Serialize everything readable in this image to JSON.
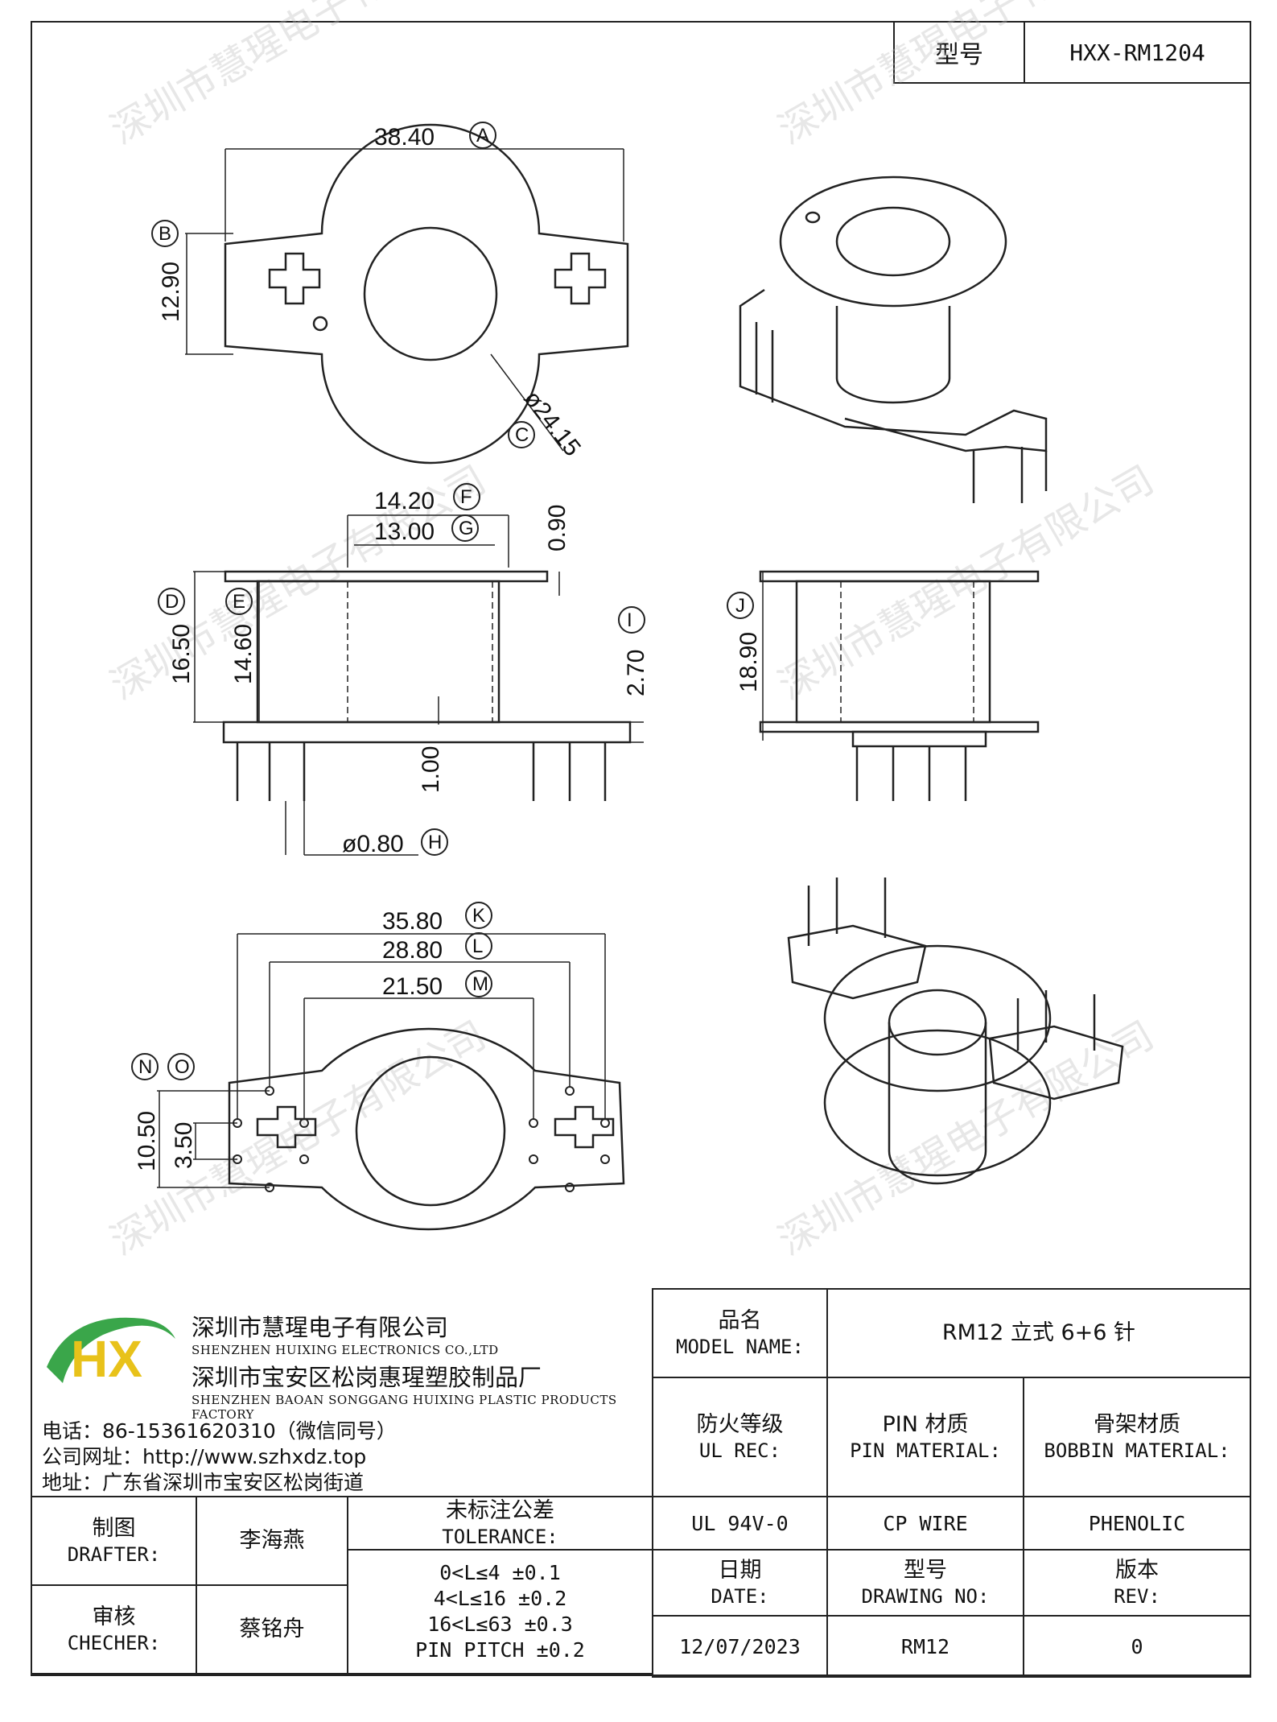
{
  "model_box": {
    "label": "型号",
    "value": "HXX-RM1204"
  },
  "watermark": "深圳市慧瑆电子有限公司",
  "dimensions": {
    "A": "38.40",
    "B": "12.90",
    "C": "ø24.15",
    "D": "16.50",
    "E": "14.60",
    "F": "14.20",
    "G": "13.00",
    "H": "ø0.80",
    "I": "2.70",
    "J": "18.90",
    "K": "35.80",
    "L": "28.80",
    "M": "21.50",
    "N": "10.50",
    "O": "3.50",
    "top_gap": "0.90",
    "pin_step": "1.00"
  },
  "markers": {
    "A": "A",
    "B": "B",
    "C": "C",
    "D": "D",
    "E": "E",
    "F": "F",
    "G": "G",
    "H": "H",
    "I": "I",
    "J": "J",
    "K": "K",
    "L": "L",
    "M": "M",
    "N": "N",
    "O": "O"
  },
  "company": {
    "logo_text": "HX",
    "name_cn": "深圳市慧瑆电子有限公司",
    "name_en": "SHENZHEN HUIXING ELECTRONICS CO.,LTD",
    "factory_cn": "深圳市宝安区松岗惠瑆塑胶制品厂",
    "factory_en": "SHENZHEN BAOAN SONGGANG HUIXING PLASTIC PRODUCTS FACTORY",
    "phone": "电话：86-15361620310（微信同号）",
    "website": "公司网址：http://www.szhxdz.top",
    "address": "地址：广东省深圳市宝安区松岗街道"
  },
  "title_block": {
    "model_name_cn": "品名",
    "model_name_en": "MODEL NAME:",
    "model_name_value": "RM12 立式 6+6 针",
    "ul_cn": "防火等级",
    "ul_en": "UL REC:",
    "pin_cn": "PIN 材质",
    "pin_en": "PIN MATERIAL:",
    "bobbin_cn": "骨架材质",
    "bobbin_en": "BOBBIN MATERIAL:",
    "ul_value": "UL 94V-0",
    "pin_value": "CP WIRE",
    "bobbin_value": "PHENOLIC",
    "drafter_cn": "制图",
    "drafter_en": "DRAFTER:",
    "drafter_name": "李海燕",
    "checker_cn": "审核",
    "checker_en": "CHECHER:",
    "checker_name": "蔡铭舟",
    "tolerance_cn": "未标注公差",
    "tolerance_en": "TOLERANCE:",
    "tolerance_lines": [
      "0<L≤4  ±0.1",
      "4<L≤16 ±0.2",
      "16<L≤63 ±0.3",
      "PIN PITCH ±0.2"
    ],
    "date_cn": "日期",
    "date_en": "DATE:",
    "drawing_no_cn": "型号",
    "drawing_no_en": "DRAWING NO:",
    "rev_cn": "版本",
    "rev_en": "REV:",
    "date_value": "12/07/2023",
    "drawing_no_value": "RM12",
    "rev_value": "0"
  }
}
